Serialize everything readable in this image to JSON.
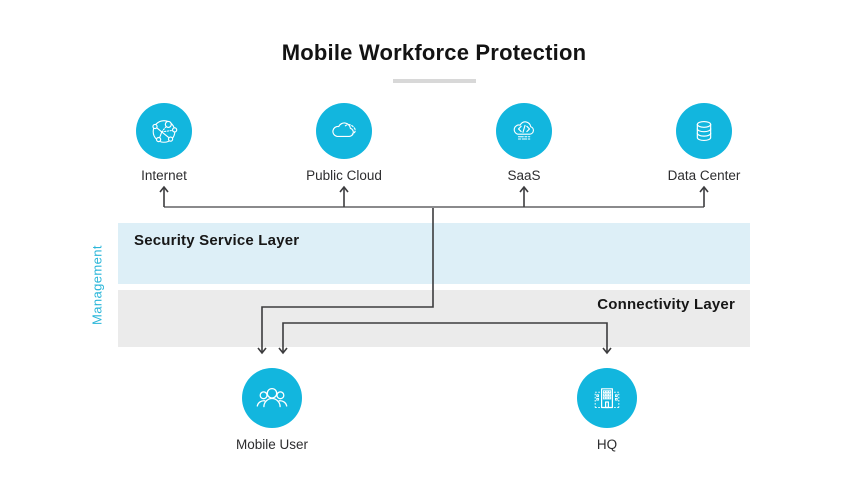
{
  "title": "Mobile Workforce Protection",
  "layers": {
    "security_label": "Security Service Layer",
    "connectivity_label": "Connectivity Layer",
    "management_label": "Management"
  },
  "nodes": {
    "top": [
      {
        "label": "Internet",
        "icon": "network-globe-icon"
      },
      {
        "label": "Public Cloud",
        "icon": "cloud-icon"
      },
      {
        "label": "SaaS",
        "icon": "cloud-code-icon"
      },
      {
        "label": "Data Center",
        "icon": "database-icon"
      }
    ],
    "bottom": [
      {
        "label": "Mobile User",
        "icon": "user-group-icon"
      },
      {
        "label": "HQ",
        "icon": "office-building-icon"
      }
    ]
  },
  "colors": {
    "accent": "#12b6de",
    "security_band": "#ddeff7",
    "connectivity_band": "#ebebeb",
    "management_text": "#2ab6d9",
    "bus_line": "#8a8a8c",
    "connector_line": "#3c3c3e",
    "title_underline": "#d8d8d8"
  }
}
